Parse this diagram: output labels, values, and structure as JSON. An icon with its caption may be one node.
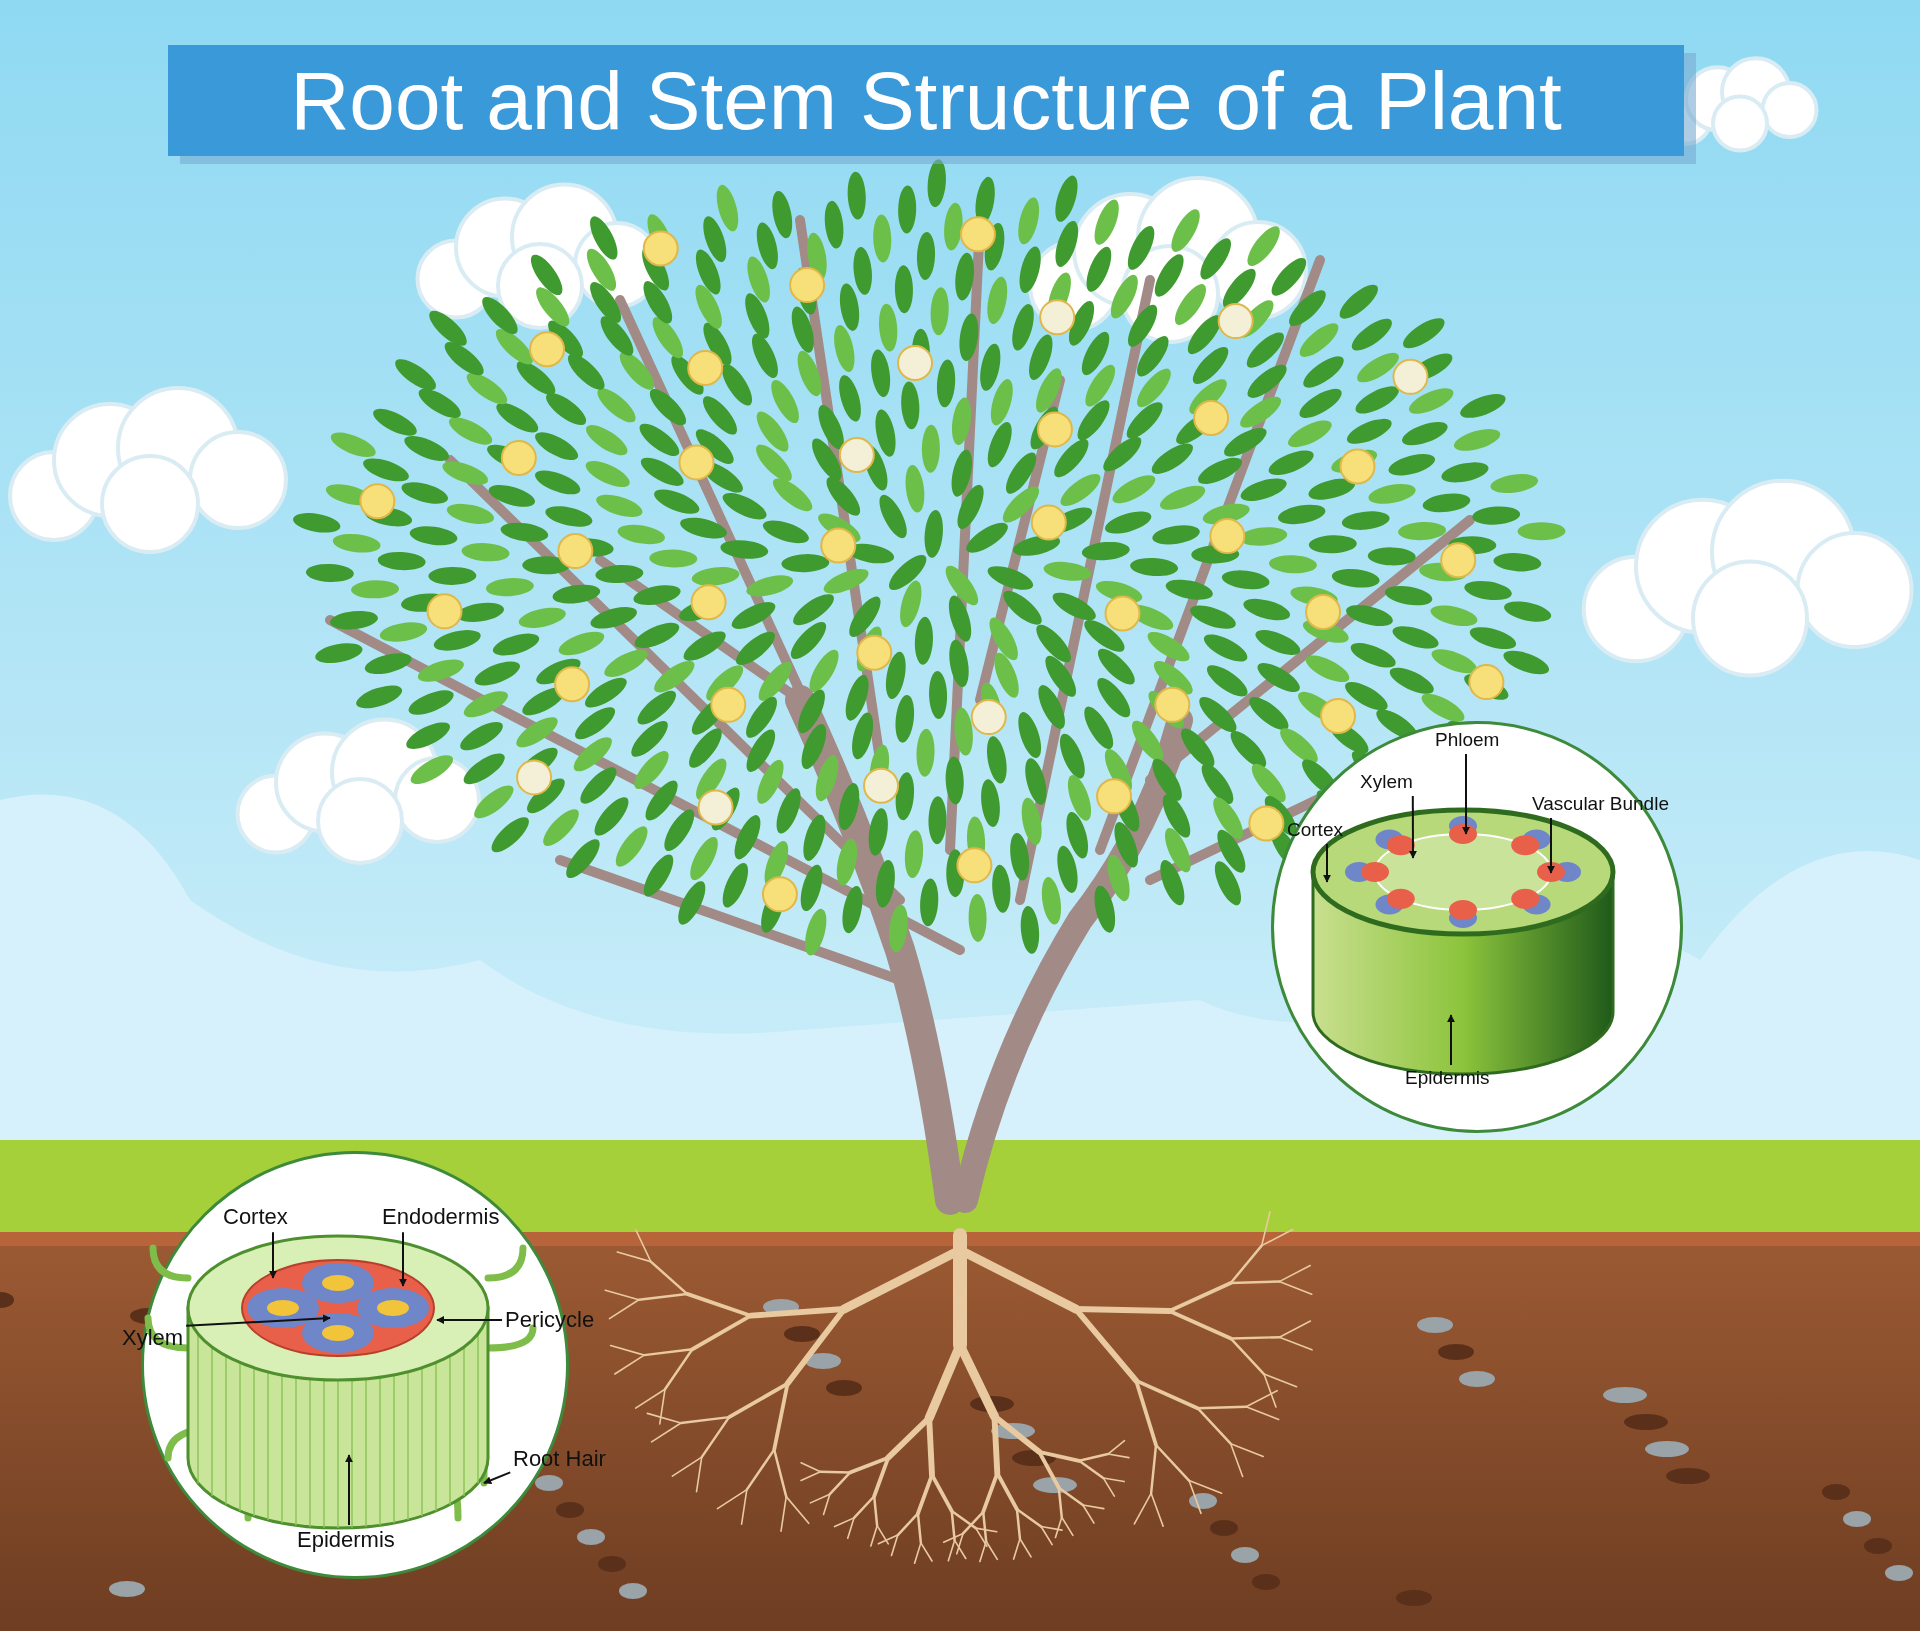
{
  "diagram": {
    "title": "Root and Stem Structure of a Plant",
    "nodes": [
      {
        "text": [],
        "shape": "circle"
      },
      {
        "text": [],
        "shape": "picture",
        "in": 0
      },
      {
        "text": [
          "Phloem"
        ],
        "in": 0
      },
      {
        "text": [
          "Xylem"
        ],
        "in": 0
      },
      {
        "text": [
          "Vascular Bundle"
        ],
        "in": 0
      },
      {
        "text": [
          "Cortex"
        ],
        "in": 0
      },
      {
        "text": [
          "Epidermis"
        ],
        "in": 0
      },
      {
        "text": [],
        "shape": "circle"
      },
      {
        "text": [],
        "shape": "picture",
        "in": 7
      },
      {
        "text": [
          "Cortex"
        ],
        "in": 7
      },
      {
        "text": [
          "Endodermis"
        ],
        "in": 7
      },
      {
        "text": [
          "Xylem"
        ]
      },
      {
        "text": [
          "Pericycle"
        ]
      },
      {
        "text": [
          "Root Hair"
        ]
      },
      {
        "text": [
          "Epidermis"
        ],
        "in": 7
      }
    ],
    "edges": [
      {
        "from": 2,
        "to": 1,
        "arrow": "to"
      },
      {
        "from": 3,
        "to": 1,
        "arrow": "to"
      },
      {
        "from": 4,
        "to": 1,
        "arrow": "to"
      },
      {
        "from": 5,
        "to": 1,
        "arrow": "to"
      },
      {
        "from": 6,
        "to": 1,
        "arrow": "to"
      },
      {
        "from": 9,
        "to": 8,
        "arrow": "to"
      },
      {
        "from": 10,
        "to": 8,
        "arrow": "to"
      },
      {
        "from": 11,
        "to": 8,
        "arrow": "to"
      },
      {
        "from": 12,
        "to": 8,
        "arrow": "to"
      },
      {
        "from": 13,
        "to": 8,
        "arrow": "to"
      },
      {
        "from": 14,
        "to": 8,
        "arrow": "to"
      }
    ]
  }
}
